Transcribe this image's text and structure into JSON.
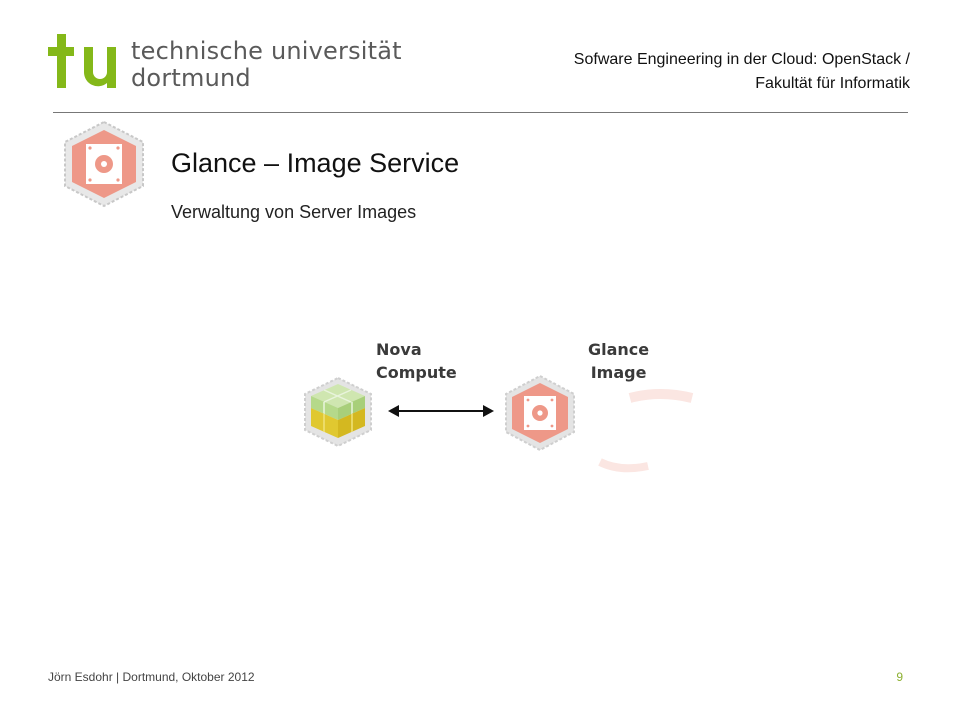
{
  "logo": {
    "line1": "technische universität",
    "line2": "dortmund",
    "brand_color": "#84b819"
  },
  "header": {
    "line1": "Sofware Engineering in der Cloud: OpenStack /",
    "line2": "Fakultät für Informatik"
  },
  "slide": {
    "title": "Glance – Image Service",
    "subtitle": "Verwaltung von Server Images",
    "icon": "glance-image-icon"
  },
  "diagram": {
    "nova": {
      "line1": "Nova",
      "line2": "Compute",
      "icon": "nova-compute-icon",
      "colors": {
        "top": "#b5d98a",
        "bottom": "#e0c830"
      }
    },
    "glance": {
      "line1": "Glance",
      "line2": "Image",
      "icon": "glance-image-icon",
      "color": "#ee9888"
    },
    "connector": "bidirectional-arrow-icon"
  },
  "footer": {
    "author_line": "Jörn Esdohr | Dortmund, Oktober 2012",
    "page_number": "9"
  }
}
